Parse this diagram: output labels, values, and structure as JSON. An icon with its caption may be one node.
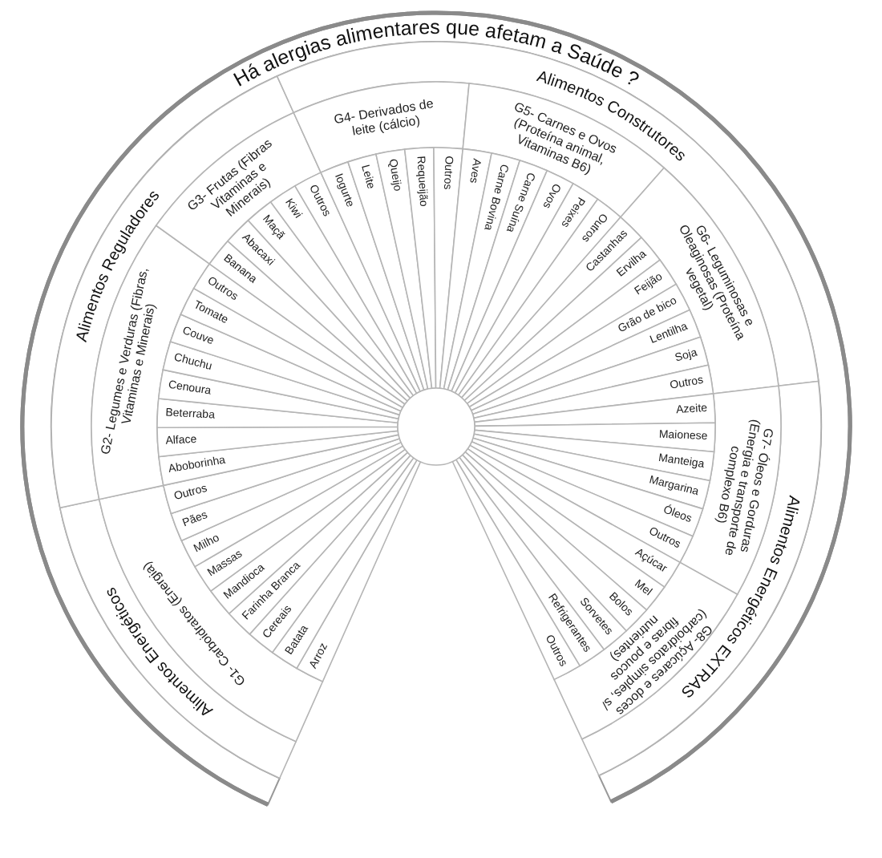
{
  "diagram": {
    "title": "Há alergias alimentares que afetam a Saúde ?",
    "nodes": [
      {
        "text": [
          "Alimentos Energéticos"
        ]
      },
      {
        "text": [
          "G1- Carboidratos (Energia)"
        ]
      },
      {
        "text": [
          "Arroz"
        ]
      },
      {
        "text": [
          "Batata"
        ]
      },
      {
        "text": [
          "Cereais"
        ]
      },
      {
        "text": [
          "Farinha Branca"
        ]
      },
      {
        "text": [
          "Mandioca"
        ]
      },
      {
        "text": [
          "Massas"
        ]
      },
      {
        "text": [
          "Milho"
        ]
      },
      {
        "text": [
          "Pães"
        ]
      },
      {
        "text": [
          "Outros"
        ]
      },
      {
        "text": [
          "Alimentos Reguladores"
        ]
      },
      {
        "text": [
          "G2- Legumes e Verduras (Fibras, Vitaminas e Minerais)"
        ]
      },
      {
        "text": [
          "Aboborinha"
        ]
      },
      {
        "text": [
          "Alface"
        ]
      },
      {
        "text": [
          "Beterraba"
        ]
      },
      {
        "text": [
          "Cenoura"
        ]
      },
      {
        "text": [
          "Chuchu"
        ]
      },
      {
        "text": [
          "Couve"
        ]
      },
      {
        "text": [
          "Tomate"
        ]
      },
      {
        "text": [
          "Outros"
        ]
      },
      {
        "text": [
          "G3- Frutas (Fibras Vitaminas e Minerais)"
        ]
      },
      {
        "text": [
          "Banana"
        ]
      },
      {
        "text": [
          "Abacaxi"
        ]
      },
      {
        "text": [
          "Maçã"
        ]
      },
      {
        "text": [
          "Kiwi"
        ]
      },
      {
        "text": [
          "Outros"
        ]
      },
      {
        "text": [
          "Alimentos Construtores"
        ]
      },
      {
        "text": [
          "G4- Derivados de leite (cálcio)"
        ]
      },
      {
        "text": [
          "Iogurte"
        ]
      },
      {
        "text": [
          "Leite"
        ]
      },
      {
        "text": [
          "Queijo"
        ]
      },
      {
        "text": [
          "Requeijão"
        ]
      },
      {
        "text": [
          "Outros"
        ]
      },
      {
        "text": [
          "G5- Carnes e Ovos (Proteína animal, Vitaminas B6)"
        ]
      },
      {
        "text": [
          "Aves"
        ]
      },
      {
        "text": [
          "Carne Bovina"
        ]
      },
      {
        "text": [
          "Carne Suína"
        ]
      },
      {
        "text": [
          "Ovos"
        ]
      },
      {
        "text": [
          "Peixes"
        ]
      },
      {
        "text": [
          "Outros"
        ]
      },
      {
        "text": [
          "G6- Leguminosas e Oleaginosas (Proteína vegetal)"
        ]
      },
      {
        "text": [
          "Castanhas"
        ]
      },
      {
        "text": [
          "Ervilha"
        ]
      },
      {
        "text": [
          "Feijão"
        ]
      },
      {
        "text": [
          "Grão de bico"
        ]
      },
      {
        "text": [
          "Lentilha"
        ]
      },
      {
        "text": [
          "Soja"
        ]
      },
      {
        "text": [
          "Outros"
        ]
      },
      {
        "text": [
          "Alimentos Energéticos EXTRAS"
        ]
      },
      {
        "text": [
          "G7- Óleos e Gorduras (Energia e transporte de complexo B6)"
        ]
      },
      {
        "text": [
          "Azeite"
        ]
      },
      {
        "text": [
          "Maionese"
        ]
      },
      {
        "text": [
          "Manteiga"
        ]
      },
      {
        "text": [
          "Margarina"
        ]
      },
      {
        "text": [
          "Óleos"
        ]
      },
      {
        "text": [
          "Outros"
        ]
      },
      {
        "text": [
          "G8- Açúcares e doces (carboidratos simples, s/ fibras e poucos nutrientes)"
        ]
      },
      {
        "text": [
          "Açúcar"
        ]
      },
      {
        "text": [
          "Mel"
        ]
      },
      {
        "text": [
          "Bolos"
        ]
      },
      {
        "text": [
          "Sorvetes"
        ]
      },
      {
        "text": [
          "Refrigerantes"
        ]
      },
      {
        "text": [
          "Outros"
        ]
      }
    ]
  }
}
